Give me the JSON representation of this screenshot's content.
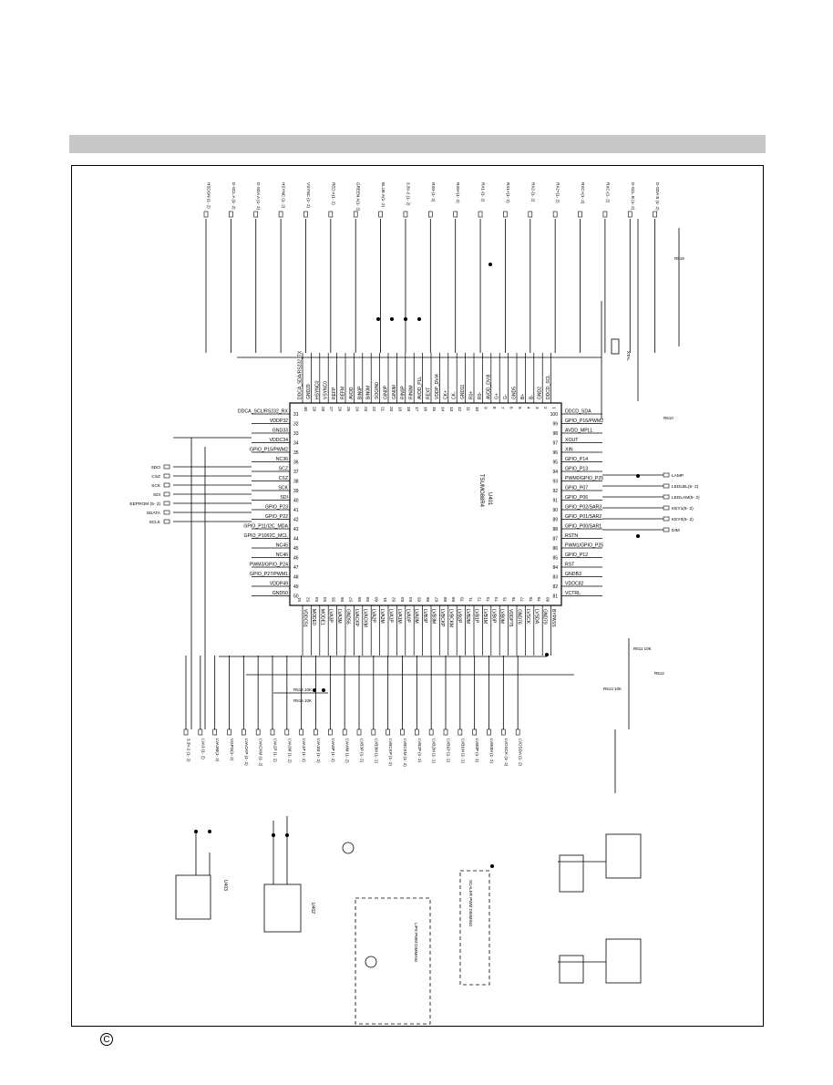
{
  "chip": {
    "ref": "U401",
    "part": "TSUMO88R4",
    "pins_left": [
      {
        "n": "31",
        "name": "DDCA_SCL/RS232_RX"
      },
      {
        "n": "32",
        "name": "VDDP32"
      },
      {
        "n": "33",
        "name": "GND33"
      },
      {
        "n": "34",
        "name": "VDDC34"
      },
      {
        "n": "35",
        "name": "GPIO_P15/PWM2"
      },
      {
        "n": "36",
        "name": "NC36"
      },
      {
        "n": "37",
        "name": "SCZ"
      },
      {
        "n": "38",
        "name": "CSZ"
      },
      {
        "n": "39",
        "name": "SCK"
      },
      {
        "n": "40",
        "name": "SDI"
      },
      {
        "n": "41",
        "name": "GPIO_P23"
      },
      {
        "n": "42",
        "name": "GPIO_P22"
      },
      {
        "n": "43",
        "name": "GPIO_P11/I2C_MDA"
      },
      {
        "n": "44",
        "name": "GPIO_P10/I2C_MCL"
      },
      {
        "n": "45",
        "name": "NC45"
      },
      {
        "n": "46",
        "name": "NC46"
      },
      {
        "n": "47",
        "name": "PWM3/GPIO_P24"
      },
      {
        "n": "48",
        "name": "GPIO_P27/PWM1"
      },
      {
        "n": "49",
        "name": "VDDP49"
      },
      {
        "n": "50",
        "name": "GND50"
      }
    ],
    "pins_right": [
      {
        "n": "100",
        "name": "DDCD_SDA"
      },
      {
        "n": "99",
        "name": "GPIO_P16/PWM2"
      },
      {
        "n": "98",
        "name": "AVDD_MPLL"
      },
      {
        "n": "97",
        "name": "XOUT"
      },
      {
        "n": "96",
        "name": "XIN"
      },
      {
        "n": "95",
        "name": "GPIO_P14"
      },
      {
        "n": "94",
        "name": "GPIO_P13"
      },
      {
        "n": "93",
        "name": "PWM0/GPIO_P25"
      },
      {
        "n": "92",
        "name": "GPIO_P07"
      },
      {
        "n": "91",
        "name": "GPIO_P06"
      },
      {
        "n": "90",
        "name": "GPIO_P02/SAR3"
      },
      {
        "n": "89",
        "name": "GPIO_P01/SAR2"
      },
      {
        "n": "88",
        "name": "GPIO_P00/SAR1"
      },
      {
        "n": "87",
        "name": "RSTN"
      },
      {
        "n": "86",
        "name": "PWM1/GPIO_P25"
      },
      {
        "n": "85",
        "name": "GPIO_P12"
      },
      {
        "n": "84",
        "name": "RST"
      },
      {
        "n": "83",
        "name": "GNDB3"
      },
      {
        "n": "82",
        "name": "VDDC82"
      },
      {
        "n": "81",
        "name": "VCTRL"
      }
    ],
    "pins_top": [
      {
        "n": "30",
        "name": "DDCA_SDA/RS232_TX"
      },
      {
        "n": "29",
        "name": "GND29"
      },
      {
        "n": "28",
        "name": "HSYNC0"
      },
      {
        "n": "27",
        "name": "VSYNC0"
      },
      {
        "n": "26",
        "name": "REFP"
      },
      {
        "n": "25",
        "name": "REFM"
      },
      {
        "n": "24",
        "name": "AVDD"
      },
      {
        "n": "23",
        "name": "BIN0P"
      },
      {
        "n": "22",
        "name": "BIN0M"
      },
      {
        "n": "21",
        "name": "SOGIN0"
      },
      {
        "n": "20",
        "name": "GIN0P"
      },
      {
        "n": "19",
        "name": "GIN0M"
      },
      {
        "n": "18",
        "name": "RIN0P"
      },
      {
        "n": "17",
        "name": "RIN0M"
      },
      {
        "n": "16",
        "name": "AVDD_PLL"
      },
      {
        "n": "15",
        "name": "REXT"
      },
      {
        "n": "14",
        "name": "VDDP_DVI4"
      },
      {
        "n": "13",
        "name": "CK+"
      },
      {
        "n": "12",
        "name": "CK-"
      },
      {
        "n": "11",
        "name": "GND11"
      },
      {
        "n": "10",
        "name": "R0+"
      },
      {
        "n": "9",
        "name": "R0-"
      },
      {
        "n": "8",
        "name": "AVDD_DVI8"
      },
      {
        "n": "7",
        "name": "G+"
      },
      {
        "n": "6",
        "name": "G-"
      },
      {
        "n": "5",
        "name": "GND5"
      },
      {
        "n": "4",
        "name": "B+"
      },
      {
        "n": "3",
        "name": "B-"
      },
      {
        "n": "2",
        "name": "GND2"
      },
      {
        "n": "1",
        "name": "DDCD_SCL"
      }
    ],
    "pins_bottom": [
      {
        "n": "51",
        "name": "VDDC51"
      },
      {
        "n": "52",
        "name": "MODE0"
      },
      {
        "n": "53",
        "name": "MODE1"
      },
      {
        "n": "54",
        "name": "LVA3P"
      },
      {
        "n": "55",
        "name": "LVA3M"
      },
      {
        "n": "56",
        "name": "GND56"
      },
      {
        "n": "57",
        "name": "LVACKP"
      },
      {
        "n": "58",
        "name": "LVACKM"
      },
      {
        "n": "59",
        "name": "LVA2P"
      },
      {
        "n": "60",
        "name": "LVA2M"
      },
      {
        "n": "61",
        "name": "LVA1P"
      },
      {
        "n": "62",
        "name": "LVA1M"
      },
      {
        "n": "63",
        "name": "LVA0P"
      },
      {
        "n": "64",
        "name": "LVA0M"
      },
      {
        "n": "65",
        "name": "LVB3P"
      },
      {
        "n": "66",
        "name": "LVB3M"
      },
      {
        "n": "67",
        "name": "LVBCKP"
      },
      {
        "n": "68",
        "name": "LVBCKM"
      },
      {
        "n": "69",
        "name": "LVB2P"
      },
      {
        "n": "70",
        "name": "LVB2M"
      },
      {
        "n": "71",
        "name": "LVB1P"
      },
      {
        "n": "72",
        "name": "LVB1M"
      },
      {
        "n": "73",
        "name": "LVB0P"
      },
      {
        "n": "74",
        "name": "LVB0M"
      },
      {
        "n": "75",
        "name": "VDDP75"
      },
      {
        "n": "76",
        "name": "GND76"
      },
      {
        "n": "77",
        "name": "LVSCK"
      },
      {
        "n": "78",
        "name": "LVSDA"
      },
      {
        "n": "79",
        "name": "GND79"
      },
      {
        "n": "80",
        "name": "BYPASS"
      }
    ]
  },
  "left_nets": [
    "SDO",
    "CSZ",
    "SCK",
    "SDI",
    "EEPROM (5- 2)",
    "SDATA",
    "SCLK"
  ],
  "right_nets": [
    "LAMP",
    "LEDLBL(5- 2)",
    "LEDLAM(5- 2)",
    "KEY1(5- 2)",
    "KEY0(5- 2)",
    "DIM"
  ],
  "top_nets": [
    "HSDON (1- 2)",
    "D-SCL A (1- 2)",
    "D-SDA A (1- 2)",
    "HSYNC (1- 2)",
    "VSYNC (1- 2)",
    "RED A(1- 2)",
    "GREEN A(1- 2)",
    "BLUE A(1- 2)",
    "3.3V-2 (1- 2)",
    "RX0-(1- 2)",
    "RX0+(1- 2)",
    "RX1-(1- 2)",
    "RX1+(1- 2)",
    "RX2-(1- 2)",
    "RX2+(1- 2)",
    "RXC+(1- 2)",
    "RXC-(1- 2)",
    "D-SCL B (1- 2)",
    "D-SDA B (1- 2)"
  ],
  "sub_labels": {
    "osc_label": "XTAL",
    "scaler_box": "SCALER PWM DIMMING",
    "lips_box": "LIPS PWM DIMMING",
    "eeprom_ref": "U403",
    "flash_ref": "U402",
    "r_labels": [
      "R514 10K",
      "R515 10K",
      "R511 10K",
      "R513 10K",
      "R512",
      "R510",
      "R519"
    ]
  },
  "bottom_nets": [
    "3.3V-2 (1- 2)",
    "LVA3 (1- 2)",
    "LVA3M(1- 2)",
    "VGPO(1- 2)",
    "LVACKP (1- 2)",
    "LVACKM (1- 2)",
    "LVA2P (1- 2)",
    "LVA2M (1- 2)",
    "LVA1P (1- 2)",
    "LVA1M (1- 2)",
    "LVA0P (1- 2)",
    "LVA0M (1- 2)",
    "LVB3P (1- 2)",
    "LVB3M (1- 2)",
    "LVBCKP (1- 2)",
    "LVBCKM (1- 2)",
    "LVB2P (1- 2)",
    "LVB2M (1- 2)",
    "LVB1P (1- 2)",
    "LVB1M (1- 2)",
    "LVB0P (1- 2)",
    "LVB0M (1- 2)",
    "LVDSCK (1- 2)",
    "LVDSDA (1- 2)"
  ],
  "copyright_symbol": "C"
}
